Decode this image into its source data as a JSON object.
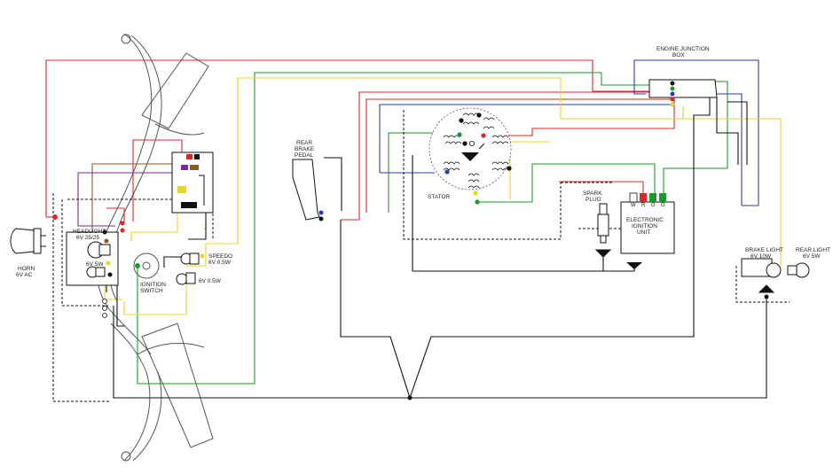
{
  "labels": {
    "engine_junction_box": [
      "ENGINE JUNCTION",
      "BOX"
    ],
    "rear_brake_pedal": [
      "REAR",
      "BRAKE",
      "PEDAL"
    ],
    "stator": "STATOR",
    "spark_plug": [
      "SPARK",
      "PLUG"
    ],
    "electronic_ignition": [
      "ELECTRONIC",
      "IGNITION",
      "UNIT"
    ],
    "headlight": [
      "HEADLIGHT",
      "6V 25/25"
    ],
    "horn": [
      "HORN",
      "6V AC"
    ],
    "bulb_6v5w": "6V 5W",
    "ignition_switch": [
      "IGNITION",
      "SWITCH"
    ],
    "speedo": [
      "SPEEDO",
      "6V 0.5W"
    ],
    "speedo_2": "6V 0.5W",
    "brake_light": [
      "BRAKE LIGHT",
      "6V 10W"
    ],
    "rear_light": [
      "REAR LIGHT",
      "6V 5W"
    ]
  },
  "terminals": [
    "W",
    "R",
    "G",
    "G"
  ],
  "colors": {
    "red": "#d42a2a",
    "green": "#1a9a2a",
    "blue": "#2a3ea8",
    "yellow": "#e8d620",
    "purple": "#7a2a9a",
    "brown": "#8a5a2a",
    "black": "#111111",
    "outline": "#555555"
  }
}
